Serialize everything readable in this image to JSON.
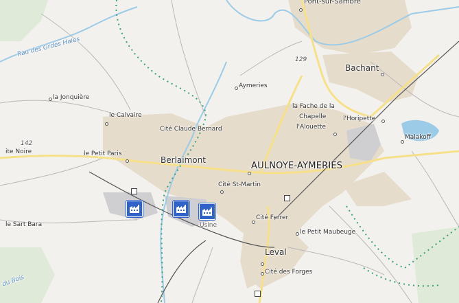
{
  "map": {
    "places": {
      "pont_sur_sambre": "Pont-sur-Sambre",
      "bachant": "Bachant",
      "aymeries": "Aymeries",
      "la_jonquiere": "la Jonquière",
      "le_calvaire": "le Calvaire",
      "cite_claude_bernard": "Cité Claude Bernard",
      "la_fache_de_la": "la Fache de la",
      "chapelle": "Chapelle",
      "l_alouette": "l'Alouette",
      "l_horipette": "l'Horipette",
      "malakoff": "Malakoff",
      "route_noire": "ite Noire",
      "le_petit_paris": "le Petit Paris",
      "berlaimont": "Berlaimont",
      "aulnoye_aymeries": "AULNOYE-AYMERIES",
      "cite_st_martin": "Cité St-Martin",
      "le_sart_bara": "le Sart Bara",
      "usine": "Usine",
      "cite_ferrer": "Cité Ferrer",
      "le_petit_maubeuge": "le Petit Maubeuge",
      "leval": "Leval",
      "cite_des_forges": "Cité des Forges"
    },
    "road_numbers": {
      "r129": "129",
      "r142": "142"
    },
    "water_labels": {
      "rau_des_grdes_haies": "Rau des Grdes Haies",
      "du_bois": "du Bois"
    },
    "markers": [
      "factory-icon",
      "factory-icon",
      "factory-icon"
    ],
    "colors": {
      "urban": "#e6dccb",
      "water": "#9ccbe8",
      "road_major": "#f6e08a",
      "rail": "#555555",
      "boundary": "#3aa07a",
      "factory": "#2f63c8"
    }
  }
}
